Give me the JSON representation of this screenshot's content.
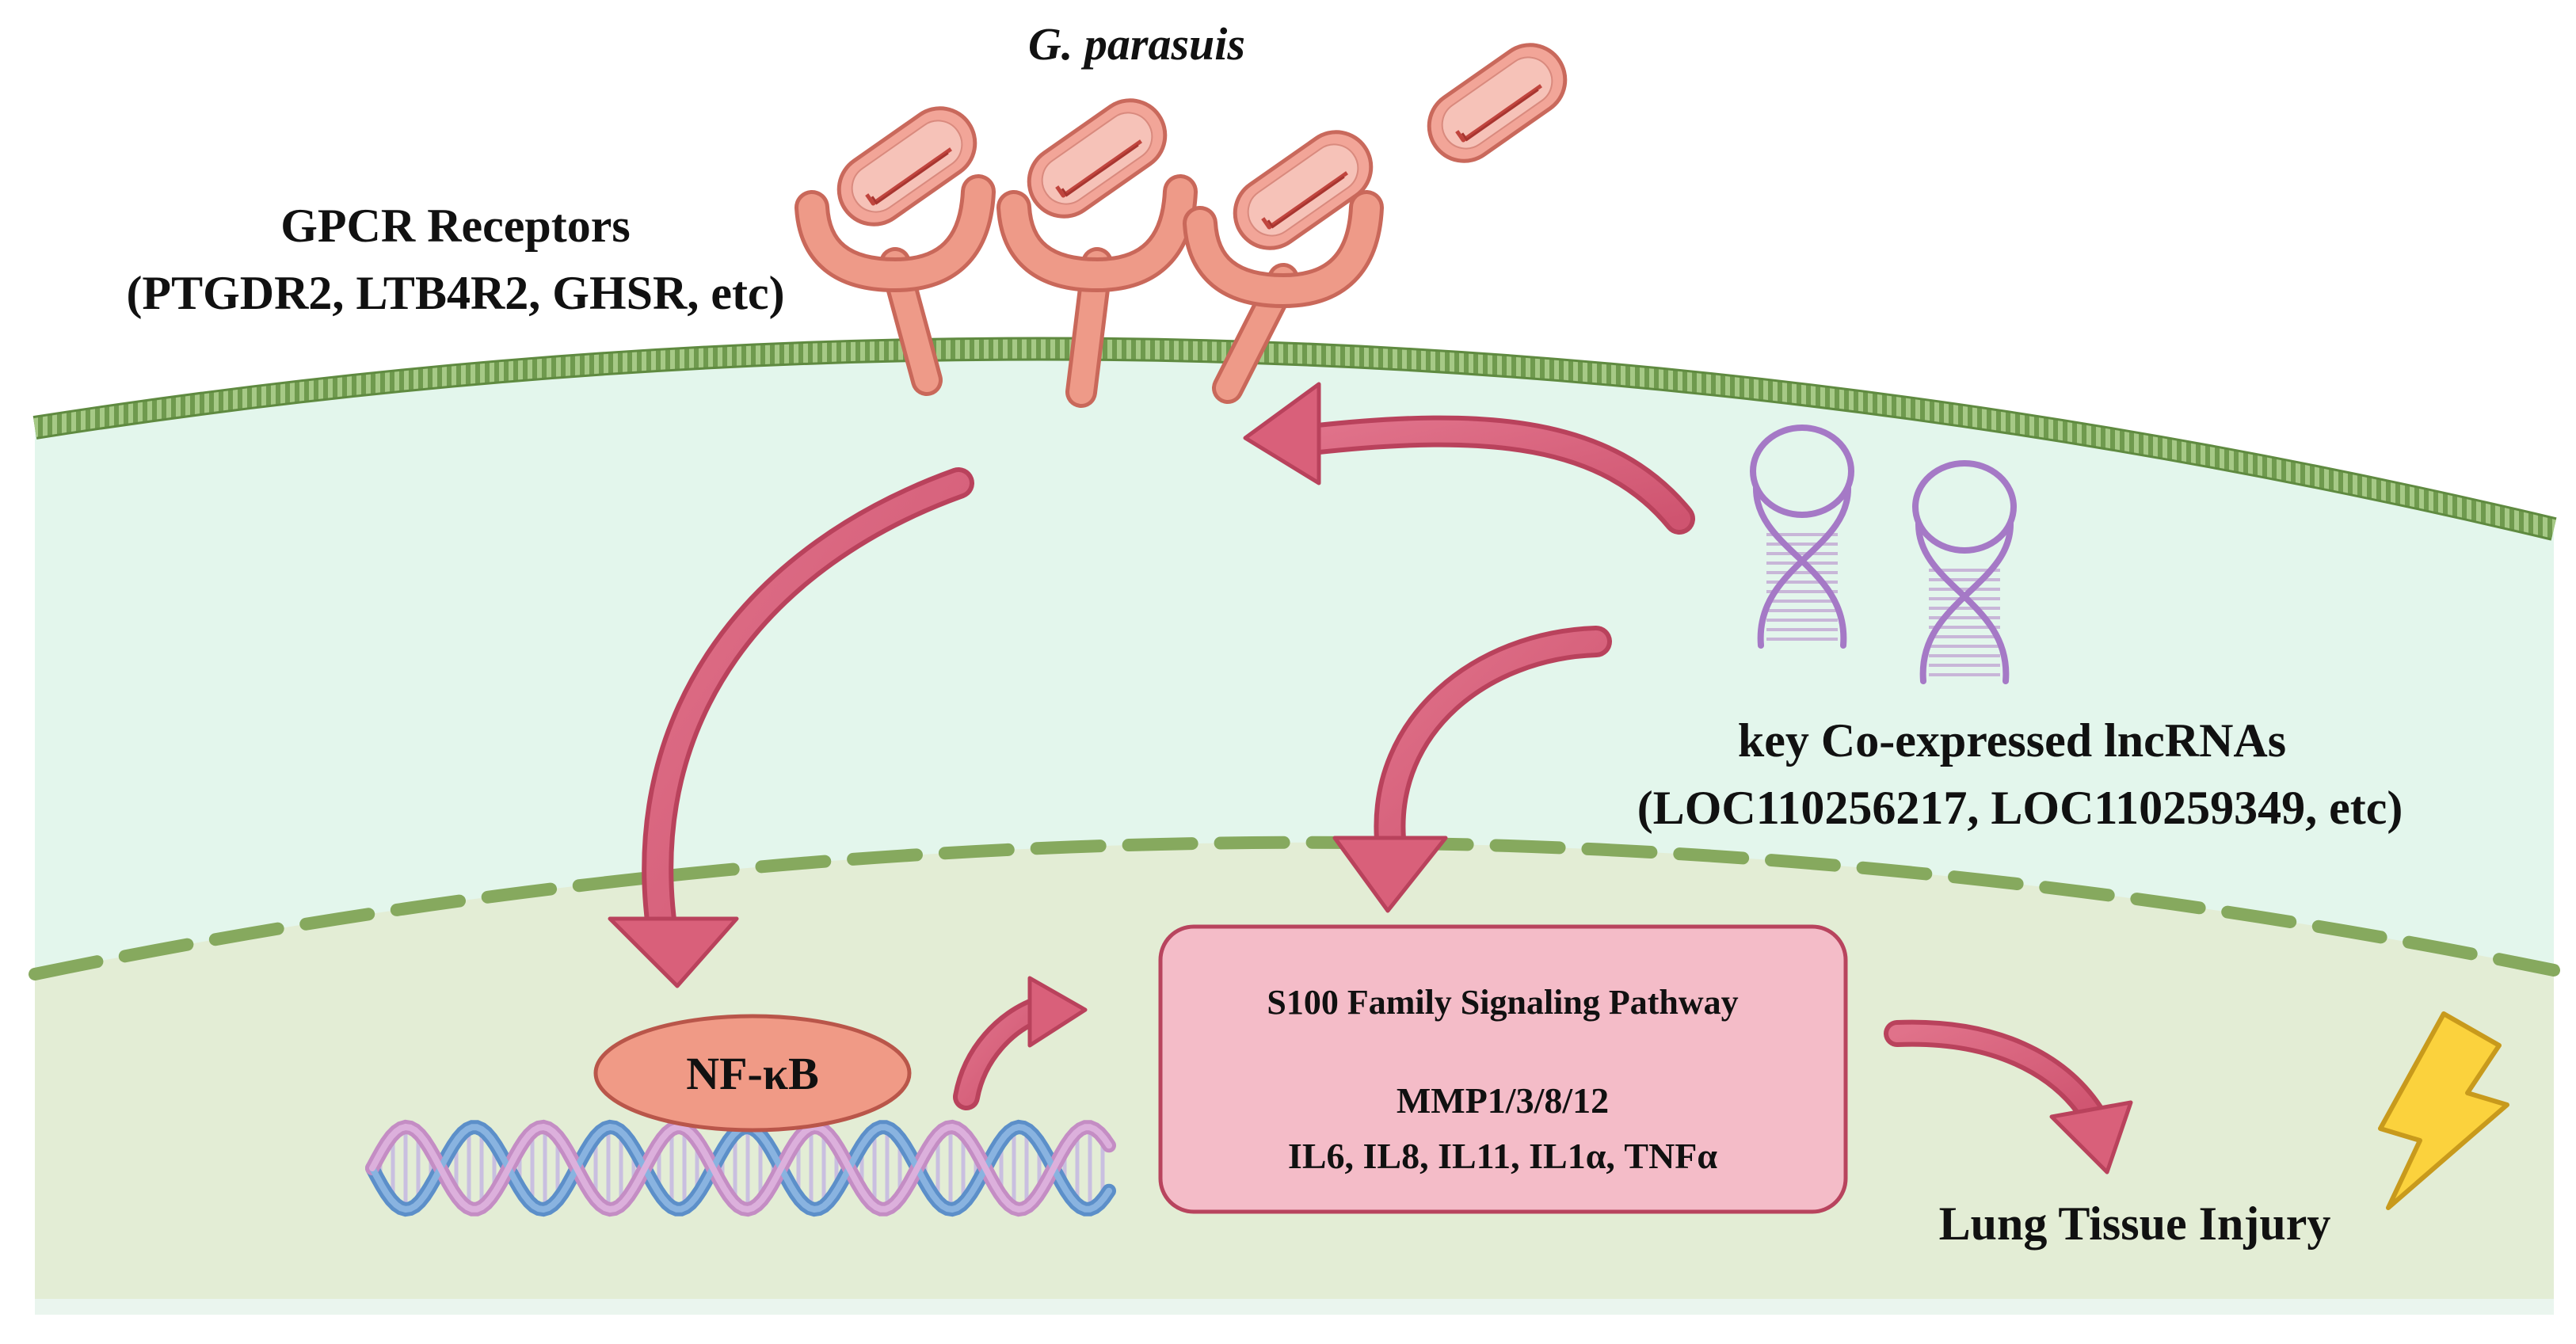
{
  "labels": {
    "pathogen": "G. parasuis",
    "receptors_line1": "GPCR Receptors",
    "receptors_line2": "(PTGDR2, LTB4R2, GHSR, etc)",
    "lncrna_line1": "key Co-expressed lncRNAs",
    "lncrna_line2": "(LOC110256217, LOC110259349, etc)",
    "transcription_factor": "NF-κB",
    "pathway_title": "S100 Family Signaling Pathway",
    "pathway_genes_line1": "MMP1/3/8/12",
    "pathway_genes_line2": "IL6, IL8, IL11,  IL1α, TNFα",
    "outcome": "Lung Tissue Injury"
  },
  "colors": {
    "cytoplasm": "#e3f6ec",
    "nucleus": "#e3edd5",
    "membrane": "#8fb56b",
    "nuclear_envelope": "#86a95e",
    "arrow": "#d9607a",
    "arrow_edge": "#b9425c",
    "receptor": "#ee9a88",
    "bacterium": "#f2a598",
    "nfkb": "#f09a86",
    "pathway_box": "#f4bcc8",
    "lightning": "#fbd23d"
  },
  "icons": {
    "bacteria": "rod-bacterium-icon",
    "receptors": "y-shaped-receptor-icon",
    "lncrna": "rna-helix-icon",
    "dna": "dna-double-helix-icon",
    "injury": "lightning-bolt-icon"
  }
}
